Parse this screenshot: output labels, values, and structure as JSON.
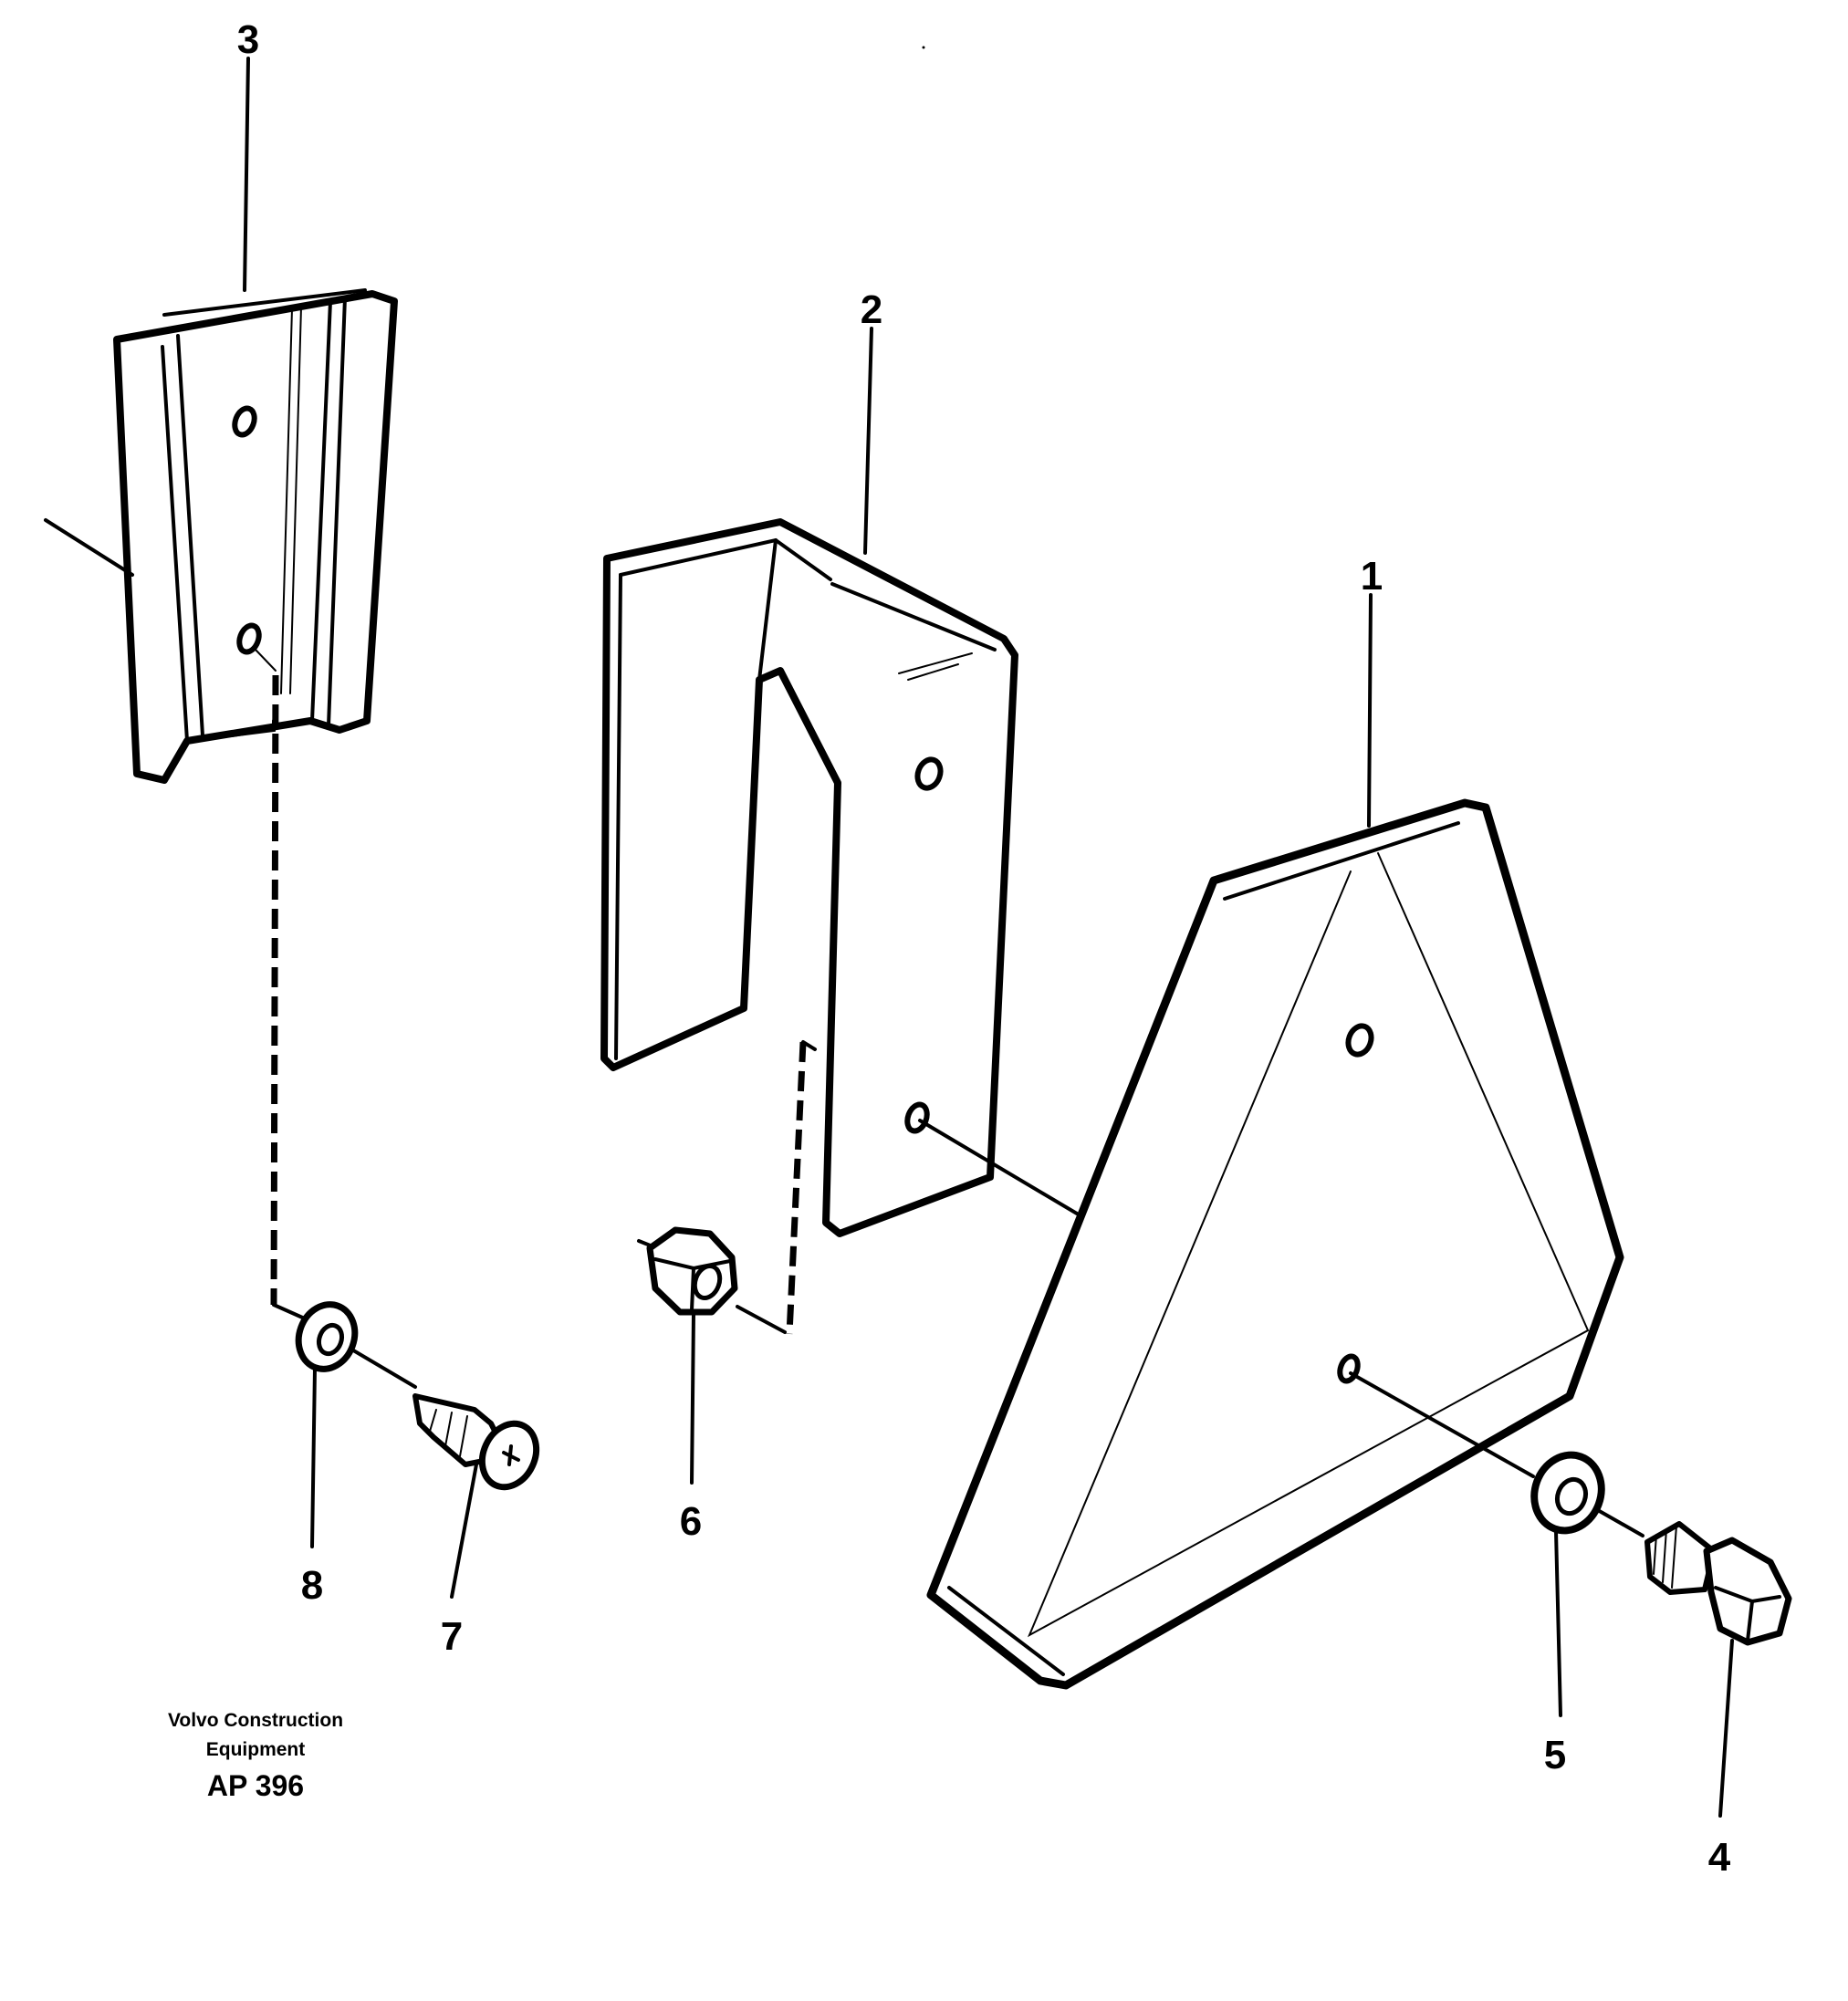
{
  "callouts": {
    "c1": "1",
    "c2": "2",
    "c3": "3",
    "c4": "4",
    "c5": "5",
    "c6": "6",
    "c7": "7",
    "c8": "8"
  },
  "caption": {
    "line1": "Volvo Construction",
    "line2": "Equipment",
    "code": "AP 396"
  }
}
